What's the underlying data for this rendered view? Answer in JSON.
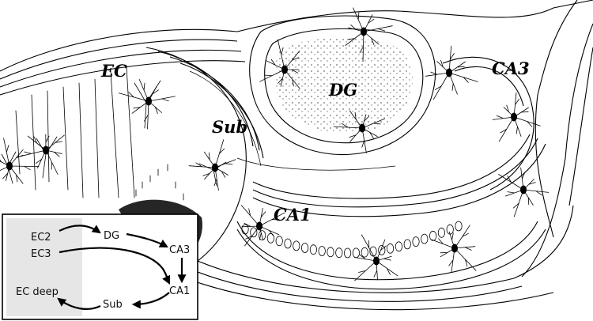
{
  "regions": {
    "ec": "EC",
    "dg": "DG",
    "sub": "Sub",
    "ca1": "CA1",
    "ca3": "CA3"
  },
  "inset": {
    "nodes": {
      "ec2": "EC2",
      "ec3": "EC3",
      "dg": "DG",
      "ca3": "CA3",
      "ca1": "CA1",
      "sub": "Sub",
      "ec_deep": "EC deep"
    }
  }
}
